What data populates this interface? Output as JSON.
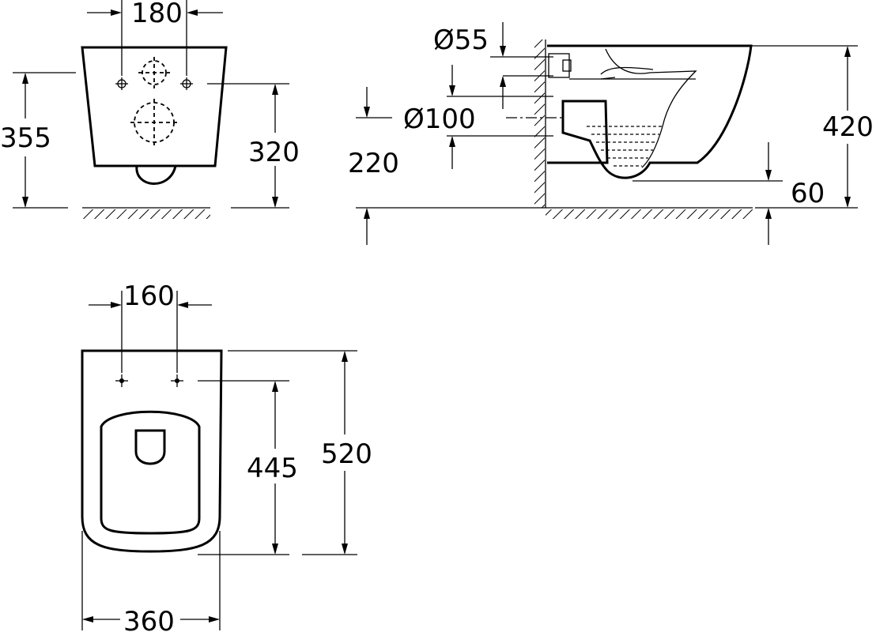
{
  "drawing": {
    "front_view": {
      "bolt_spacing": "180",
      "overall_height": "355",
      "fixing_height": "320"
    },
    "side_view": {
      "inlet_diameter": "Ø55",
      "outlet_diameter": "Ø100",
      "outlet_height": "220",
      "total_height": "420",
      "water_depth": "60"
    },
    "top_view": {
      "bolt_spacing": "160",
      "bolt_to_front": "445",
      "overall_length": "520",
      "overall_width": "360"
    }
  }
}
